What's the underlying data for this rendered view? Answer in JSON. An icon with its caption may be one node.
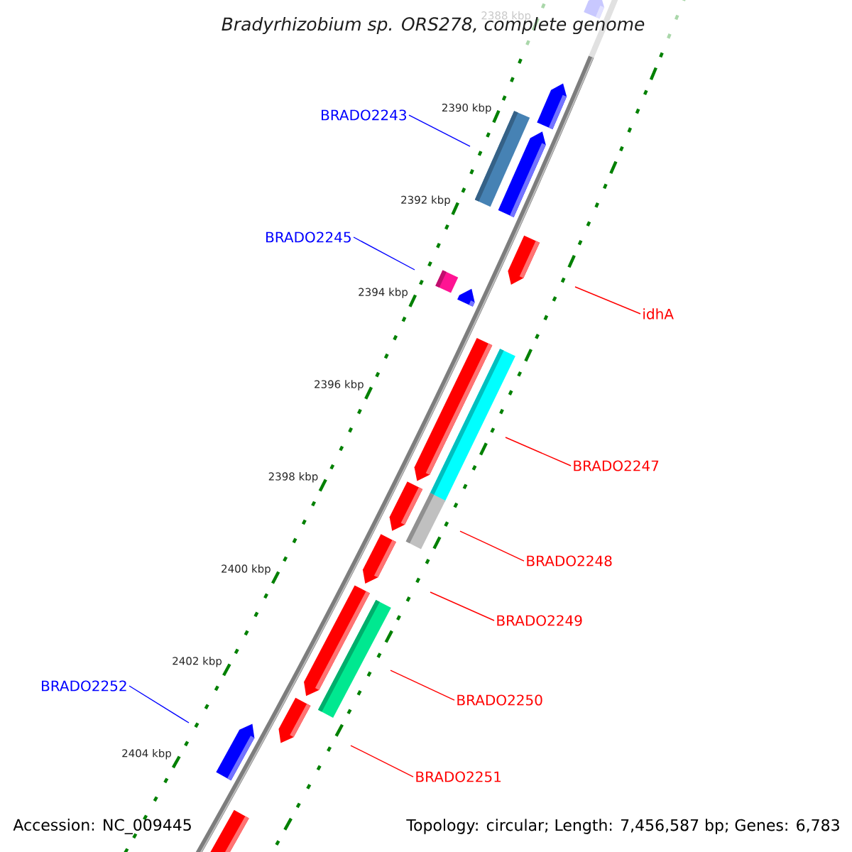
{
  "diagram": {
    "title": "Bradyrhizobium sp. ORS278, complete genome",
    "nodes": [
      {
        "text": [
          "BRADO2243"
        ]
      },
      {
        "text": [
          "BRADO2245"
        ]
      },
      {
        "text": [
          "idhA"
        ]
      },
      {
        "text": [
          "BRADO2247"
        ]
      },
      {
        "text": [
          "BRADO2248"
        ]
      },
      {
        "text": [
          "BRADO2249"
        ]
      },
      {
        "text": [
          "BRADO2250"
        ]
      },
      {
        "text": [
          "BRADO2251"
        ]
      },
      {
        "text": [
          "BRADO2252"
        ]
      }
    ],
    "edges": [
      {
        "from": 0,
        "to": null,
        "arrow": "none",
        "color": "#0000ff"
      },
      {
        "from": 1,
        "to": null,
        "arrow": "none",
        "color": "#0000ff"
      },
      {
        "from": 2,
        "to": null,
        "arrow": "none"
      },
      {
        "from": 3,
        "to": null,
        "arrow": "none"
      },
      {
        "from": 4,
        "to": null,
        "arrow": "none"
      },
      {
        "from": 5,
        "to": null,
        "arrow": "none"
      },
      {
        "from": 6,
        "to": null,
        "arrow": "none"
      },
      {
        "from": 7,
        "to": null,
        "arrow": "none"
      },
      {
        "from": 8,
        "to": null,
        "arrow": "none",
        "color": "#0000ff"
      }
    ],
    "labels": [
      "2388 kbp",
      "2390 kbp",
      "2392 kbp",
      "2394 kbp",
      "2396 kbp",
      "2398 kbp",
      "2400 kbp",
      "2402 kbp",
      "2404 kbp",
      "Accession: NC_009445",
      "Topology: circular; Length: 7,456,587 bp; Genes: 6,783"
    ]
  }
}
